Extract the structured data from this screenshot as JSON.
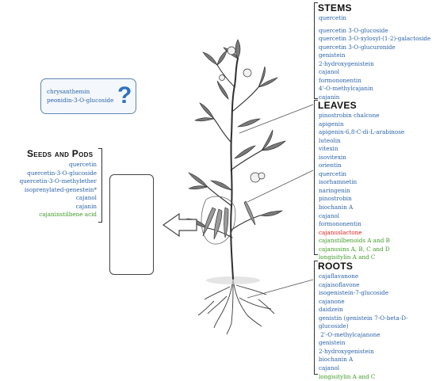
{
  "colors": {
    "flavonoid": "#2a62a8",
    "stilbene": "#3f9a26",
    "highlight": "#d7201e"
  },
  "unknown": {
    "items": [
      "chrysanthemin",
      "peonidin-3-O-glucoside"
    ],
    "symbol": "?"
  },
  "seeds_pods": {
    "title": "Seeds and Pods",
    "items": [
      {
        "text": "quercetin",
        "color": "blue"
      },
      {
        "text": "quercetin-3-O-glucoside",
        "color": "blue"
      },
      {
        "text": "quercetin-3-O-methylether",
        "color": "blue"
      },
      {
        "text": "isoprenylated-genestein*",
        "color": "blue"
      },
      {
        "text": "cajanol",
        "color": "blue"
      },
      {
        "text": "cajanin",
        "color": "blue"
      },
      {
        "text": "cajaninstilbene acid",
        "color": "green"
      }
    ]
  },
  "stems": {
    "title": "STEMS",
    "items": [
      {
        "text": "quercetin",
        "color": "blue"
      },
      {
        "text": "",
        "color": "blue"
      },
      {
        "text": "quercetin 3-O-glucoside",
        "color": "blue"
      },
      {
        "text": "quercetin 3-O-xylosyl-(1-2)-galactoside",
        "color": "blue"
      },
      {
        "text": "quercetin 3-O-glucuronide",
        "color": "blue"
      },
      {
        "text": "genistein",
        "color": "blue"
      },
      {
        "text": "2-hydroxygenistein",
        "color": "blue"
      },
      {
        "text": "cajanol",
        "color": "blue"
      },
      {
        "text": "formononentin",
        "color": "blue"
      },
      {
        "text": "4'-O-methylcajanin",
        "color": "blue"
      },
      {
        "text": "cajanin",
        "color": "blue"
      }
    ]
  },
  "leaves": {
    "title": "LEAVES",
    "items": [
      {
        "text": "pinostrobin chalcone",
        "color": "blue"
      },
      {
        "text": "apigenin",
        "color": "blue"
      },
      {
        "text": "apigenin-6,8-C-di-L-arabinose",
        "color": "blue"
      },
      {
        "text": "luteolin",
        "color": "blue"
      },
      {
        "text": "vitexin",
        "color": "blue"
      },
      {
        "text": "isovitexin",
        "color": "blue"
      },
      {
        "text": "orientin",
        "color": "blue"
      },
      {
        "text": "quercetin",
        "color": "blue"
      },
      {
        "text": "isorhamnetin",
        "color": "blue"
      },
      {
        "text": "naringenin",
        "color": "blue"
      },
      {
        "text": "pinostrobin",
        "color": "blue"
      },
      {
        "text": "biochanin A",
        "color": "blue"
      },
      {
        "text": "cajanol",
        "color": "blue"
      },
      {
        "text": "formononentin",
        "color": "blue"
      },
      {
        "text": "cajanuslactone",
        "color": "red"
      },
      {
        "text": "cajanstilbenoids A and B",
        "color": "green"
      },
      {
        "text": "cajanusins A, B, C and D",
        "color": "green"
      },
      {
        "text": "longisitylin A and C",
        "color": "green"
      }
    ]
  },
  "roots": {
    "title": "ROOTS",
    "items": [
      {
        "text": "cajaflavanone",
        "color": "blue"
      },
      {
        "text": "cajaisoflavone",
        "color": "blue"
      },
      {
        "text": "isogenistein-7-glucoside",
        "color": "blue"
      },
      {
        "text": "cajanone",
        "color": "blue"
      },
      {
        "text": "daidzein",
        "color": "blue"
      },
      {
        "text": "genistin (genistein 7-O-beta-D-",
        "color": "blue"
      },
      {
        "text": "glucoside)",
        "color": "blue"
      },
      {
        "text": " 2'-O-methylcajanone",
        "color": "blue"
      },
      {
        "text": "genistein",
        "color": "blue"
      },
      {
        "text": "2-hydroxygenistein",
        "color": "blue"
      },
      {
        "text": "biochanin A",
        "color": "blue"
      },
      {
        "text": "cajanol",
        "color": "blue"
      },
      {
        "text": "longisitylin A and C",
        "color": "green"
      }
    ]
  }
}
